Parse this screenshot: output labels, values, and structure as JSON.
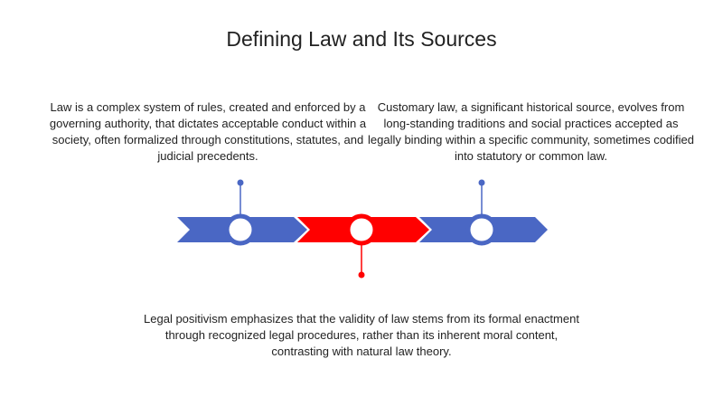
{
  "slide": {
    "title": "Defining Law and Its Sources"
  },
  "events": [
    {
      "id": "definition",
      "text": "Law is a complex system of rules, created and enforced by a governing authority, that dictates acceptable conduct within a society, often formalized through constitutions, statutes, and judicial precedents."
    },
    {
      "id": "positivism",
      "text": "Legal positivism emphasizes that the validity of law stems from its formal enactment through recognized legal procedures, rather than its inherent moral content, contrasting with natural law theory."
    },
    {
      "id": "customary",
      "text": "Customary law, a significant historical source, evolves from long-standing traditions and social practices accepted as legally binding within a specific community, sometimes codified into statutory or common law."
    }
  ],
  "colors": {
    "blue": "#4a67c4",
    "red": "#ff0000",
    "white": "#ffffff",
    "text": "#222222"
  }
}
